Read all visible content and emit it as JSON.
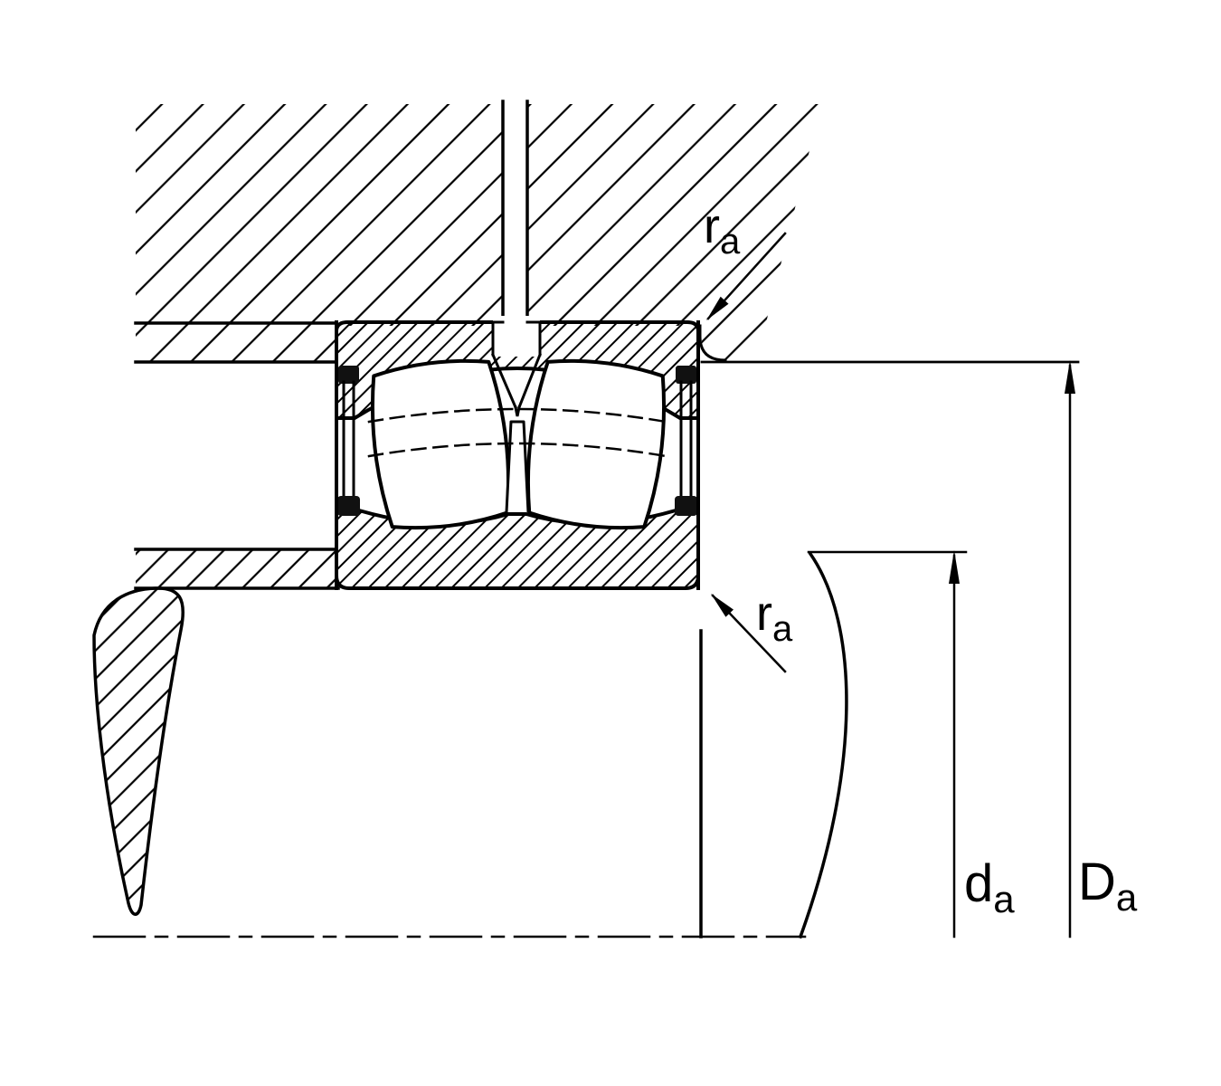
{
  "labels": {
    "ra_top": {
      "base": "r",
      "sub": "a"
    },
    "ra_bottom": {
      "base": "r",
      "sub": "a"
    },
    "da": {
      "base": "d",
      "sub": "a"
    },
    "Da": {
      "base": "D",
      "sub": "a"
    }
  },
  "colors": {
    "line": "#000000",
    "background": "#ffffff",
    "seal": "#111111"
  }
}
